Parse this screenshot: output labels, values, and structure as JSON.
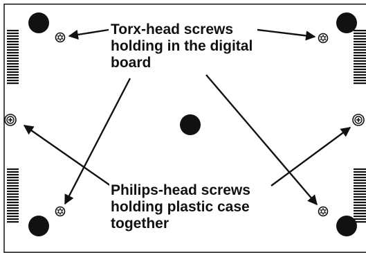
{
  "labels": {
    "torx": [
      "Torx-head screws",
      "holding in the digital",
      "board"
    ],
    "philips": [
      "Philips-head screws",
      "holding plastic case",
      "together"
    ]
  },
  "colors": {
    "line": "#111111",
    "foot": "#111111",
    "background": "#ffffff"
  },
  "icons": {
    "torx_screw": "torx-screw-icon",
    "philips_screw": "philips-screw-icon",
    "rubber_foot": "rubber-foot-icon",
    "vent": "vent-slots"
  }
}
